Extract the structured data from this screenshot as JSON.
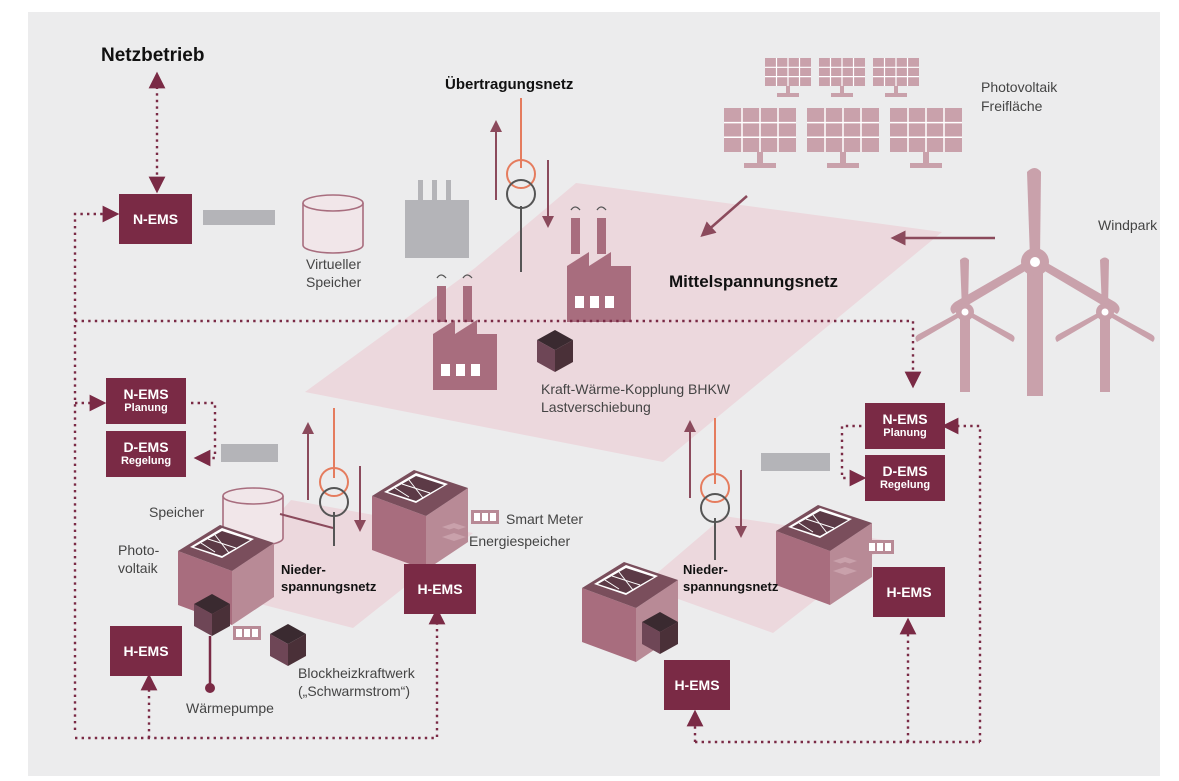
{
  "colors": {
    "background": "#ececed",
    "plane": "#ecd8dd",
    "ems_box": "#7a2a45",
    "connector": "#7a2a45",
    "factory": "#a86d7e",
    "renewables": "#c9a1ab",
    "grey_block": "#b4b4b8",
    "transformer_orange": "#e57c5e"
  },
  "labels": {
    "netzbetrieb": "Netzbetrieb",
    "uebertragungsnetz": "Übertragungsnetz",
    "mittelspannungsnetz": "Mittelspannungsnetz",
    "pv_freiflaeche_1": "Photovoltaik",
    "pv_freiflaeche_2": "Freifläche",
    "windpark": "Windpark",
    "virtueller_1": "Virtueller",
    "virtueller_2": "Speicher",
    "kwk_1": "Kraft-Wärme-Kopplung BHKW",
    "kwk_2": "Lastverschiebung",
    "speicher": "Speicher",
    "photovoltaik_1": "Photo-",
    "photovoltaik_2": "voltaik",
    "nieder_left_1": "Nieder-",
    "nieder_left_2": "spannungsnetz",
    "nieder_right_1": "Nieder-",
    "nieder_right_2": "spannungsnetz",
    "smart_meter": "Smart Meter",
    "energiespeicher": "Energiespeicher",
    "bhkw_1": "Blockheizkraftwerk",
    "bhkw_2": "(„Schwarmstrom“)",
    "waermepumpe": "Wärmepumpe"
  },
  "ems": {
    "n_ems_top": "N-EMS",
    "n_ems_left_planung_title": "N-EMS",
    "n_ems_left_planung_sub": "Planung",
    "d_ems_left_regelung_title": "D-EMS",
    "d_ems_left_regelung_sub": "Regelung",
    "n_ems_right_planung_title": "N-EMS",
    "n_ems_right_planung_sub": "Planung",
    "d_ems_right_regelung_title": "D-EMS",
    "d_ems_right_regelung_sub": "Regelung",
    "h_ems_left_outer": "H-EMS",
    "h_ems_left_inner": "H-EMS",
    "h_ems_right_bottom": "H-EMS",
    "h_ems_right_side": "H-EMS"
  },
  "icons": {
    "solar_panel": "solar-panel-icon",
    "wind_turbine": "wind-turbine-icon",
    "transformer": "transformer-icon",
    "factory": "factory-icon",
    "house": "house-icon",
    "storage_tank": "storage-tank-icon",
    "cube": "chp-cube-icon",
    "meter": "smart-meter-icon",
    "battery_stack": "battery-stack-icon",
    "heat_pump": "heat-pump-icon"
  }
}
